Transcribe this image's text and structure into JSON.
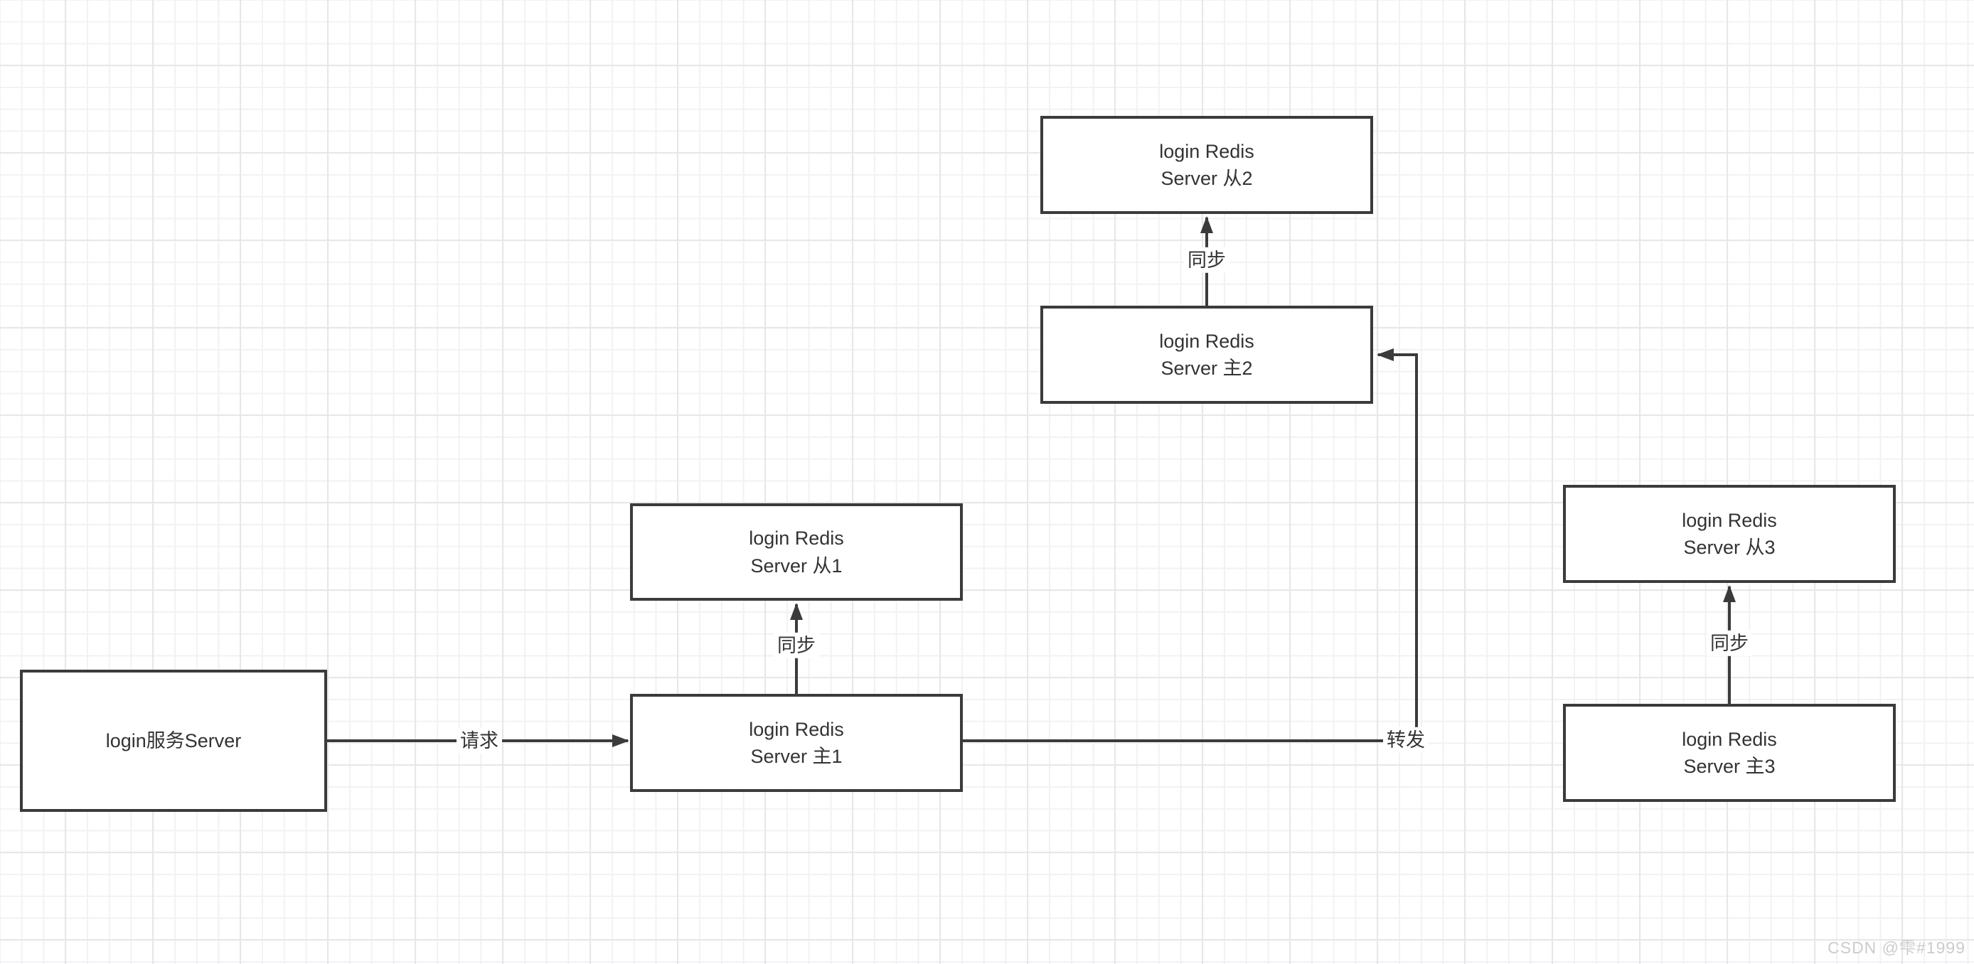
{
  "diagram": {
    "nodes": [
      {
        "id": "login-service",
        "label": "login服务Server"
      },
      {
        "id": "redis-slave-2",
        "label": "login Redis\nServer 从2"
      },
      {
        "id": "redis-master-2",
        "label": "login Redis\nServer 主2"
      },
      {
        "id": "redis-slave-1",
        "label": "login Redis\nServer 从1"
      },
      {
        "id": "redis-master-1",
        "label": "login Redis\nServer 主1"
      },
      {
        "id": "redis-slave-3",
        "label": "login Redis\nServer 从3"
      },
      {
        "id": "redis-master-3",
        "label": "login Redis\nServer 主3"
      }
    ],
    "edges": [
      {
        "id": "request",
        "label": "请求",
        "from": "login-service",
        "to": "redis-master-1"
      },
      {
        "id": "sync-1",
        "label": "同步",
        "from": "redis-master-1",
        "to": "redis-slave-1"
      },
      {
        "id": "forward",
        "label": "转发",
        "from": "redis-master-1",
        "to": "redis-master-2"
      },
      {
        "id": "sync-2",
        "label": "同步",
        "from": "redis-master-2",
        "to": "redis-slave-2"
      },
      {
        "id": "sync-3",
        "label": "同步",
        "from": "redis-master-3",
        "to": "redis-slave-3"
      }
    ],
    "colors": {
      "line": "#3b3b3b",
      "node_border": "#3b3b3b",
      "node_fill": "#ffffff",
      "text": "#333333",
      "grid_minor": "#f2f2f5",
      "grid_major": "#e7e7eb",
      "watermark": "#cccccc"
    },
    "watermark": "CSDN @雫#1999"
  }
}
